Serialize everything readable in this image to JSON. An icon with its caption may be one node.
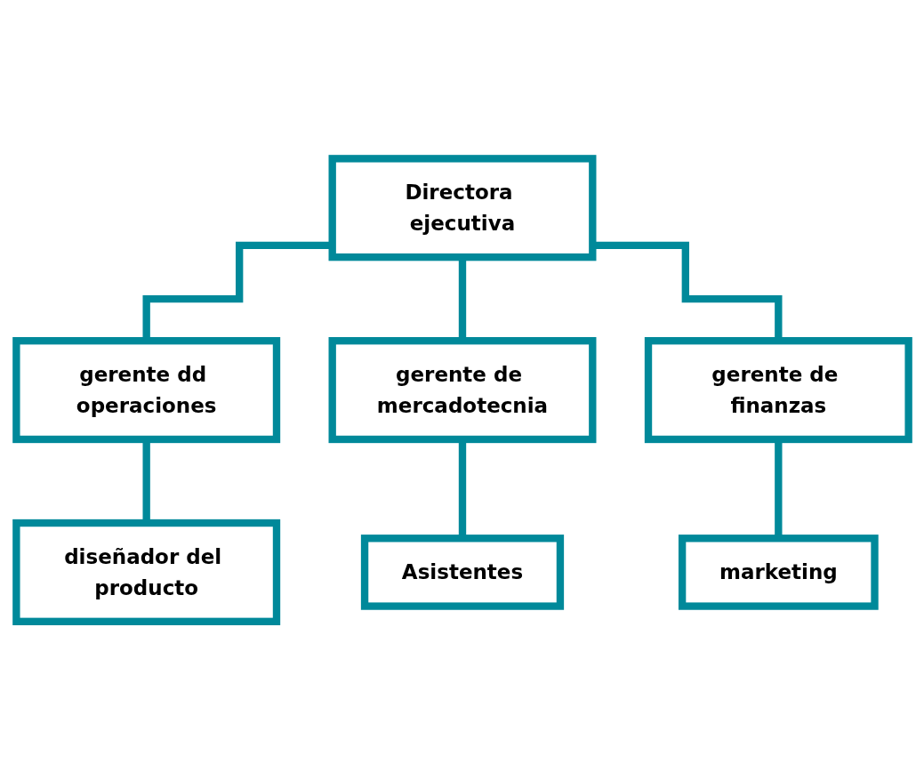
{
  "diagram": {
    "nodes": [
      {
        "text": [
          "Directora ejecutiva"
        ]
      },
      {
        "text": [
          "gerente dd operaciones"
        ]
      },
      {
        "text": [
          "gerente de mercadotecnia"
        ]
      },
      {
        "text": [
          "gerente de finanzas"
        ]
      },
      {
        "text": [
          "diseñador del producto"
        ]
      },
      {
        "text": [
          "Asistentes"
        ]
      },
      {
        "text": [
          "marketing"
        ]
      }
    ],
    "edges": [
      {
        "from": 0,
        "to": 1,
        "arrow": "none"
      },
      {
        "from": 0,
        "to": 2,
        "arrow": "none"
      },
      {
        "from": 0,
        "to": 3,
        "arrow": "none"
      },
      {
        "from": 1,
        "to": 4,
        "arrow": "none"
      },
      {
        "from": 2,
        "to": 5,
        "arrow": "none"
      },
      {
        "from": 3,
        "to": 6,
        "arrow": "none"
      }
    ]
  }
}
